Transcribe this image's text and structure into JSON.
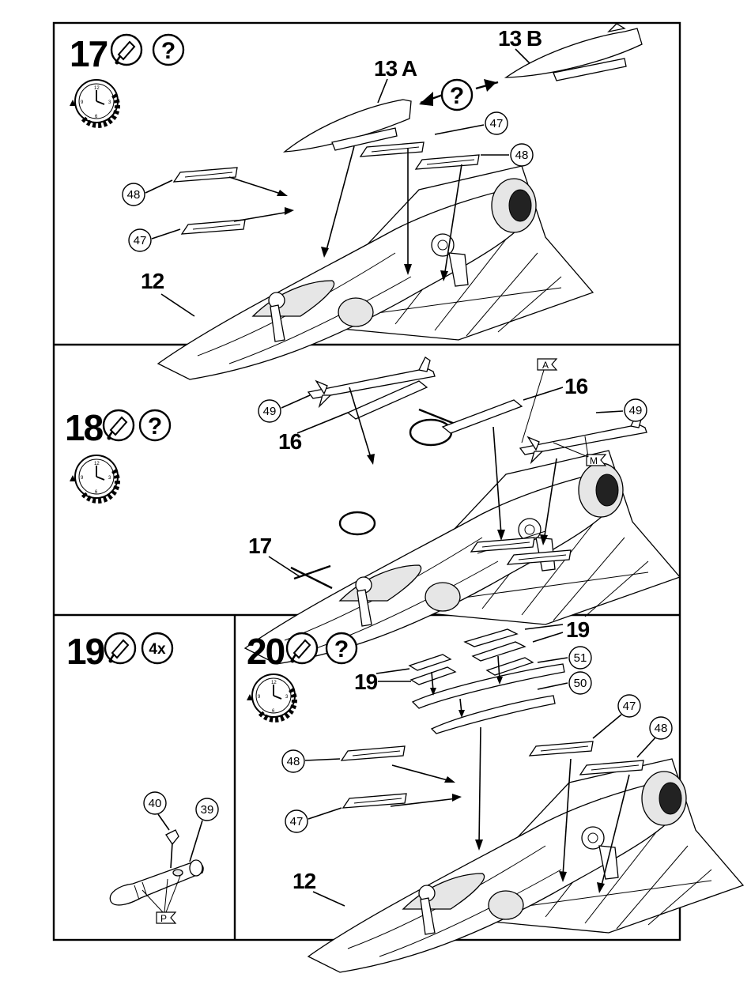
{
  "steps": [
    {
      "number": "17",
      "help": "?",
      "parts": {
        "drop_tank_a": "13 A",
        "drop_tank_b": "13 B",
        "fuselage": "12",
        "pylon_47_left": "47",
        "pylon_47_right": "47",
        "pylon_48_left": "48",
        "pylon_48_right": "48"
      }
    },
    {
      "number": "18",
      "help": "?",
      "parts": {
        "missile_left": "49",
        "missile_right": "49",
        "rail_left": "16",
        "rail_right": "16",
        "canopy": "17"
      },
      "flags": {
        "flag_a": "A",
        "flag_m": "M"
      }
    },
    {
      "number": "19",
      "count": "4x",
      "parts": {
        "bomb_body": "39",
        "bomb_fin": "40"
      },
      "flags": {
        "flag_p": "P"
      }
    },
    {
      "number": "20",
      "help": "?",
      "parts": {
        "bombs_top": "19",
        "bombs_left": "19",
        "rack": "51",
        "centre_pylon": "50",
        "pylon_47_left": "47",
        "pylon_47_right": "47",
        "pylon_48_left": "48",
        "pylon_48_right": "48",
        "fuselage": "12"
      }
    }
  ],
  "sheet": {
    "line_color": "#000000",
    "paper_color": "#ffffff"
  },
  "icons": {
    "glue": "glue-tube-icon",
    "help": "question-icon",
    "clock": "drying-clock-icon",
    "decal": "decal-flag-icon"
  }
}
